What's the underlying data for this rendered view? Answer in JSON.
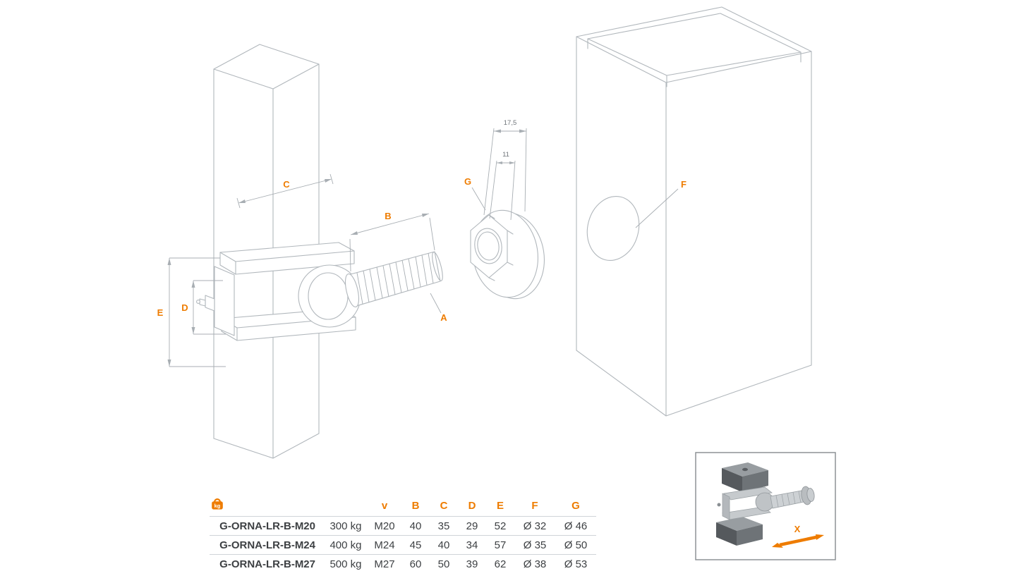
{
  "colors": {
    "accent": "#ee7c00",
    "line": "#b1b7bc",
    "text": "#3d4043"
  },
  "drawing": {
    "dim_a": "A",
    "dim_b": "B",
    "dim_c": "C",
    "dim_d": "D",
    "dim_e": "E",
    "dim_f": "F",
    "dim_g": "G",
    "nut_width": "17,5",
    "nut_hex": "11",
    "inset_axis": "X"
  },
  "table": {
    "header": {
      "kg_unit": "kg",
      "v": "v",
      "b": "B",
      "c": "C",
      "d": "D",
      "e": "E",
      "f": "F",
      "g": "G"
    },
    "rows": [
      {
        "model": "G-ORNA-LR-B-M20",
        "max_weight": "300 kg",
        "v": "M20",
        "b": "40",
        "c": "35",
        "d": "29",
        "e": "52",
        "f": "Ø 32",
        "g": "Ø 46"
      },
      {
        "model": "G-ORNA-LR-B-M24",
        "max_weight": "400 kg",
        "v": "M24",
        "b": "45",
        "c": "40",
        "d": "34",
        "e": "57",
        "f": "Ø 35",
        "g": "Ø 50"
      },
      {
        "model": "G-ORNA-LR-B-M27",
        "max_weight": "500 kg",
        "v": "M27",
        "b": "60",
        "c": "50",
        "d": "39",
        "e": "62",
        "f": "Ø 38",
        "g": "Ø 53"
      }
    ]
  }
}
